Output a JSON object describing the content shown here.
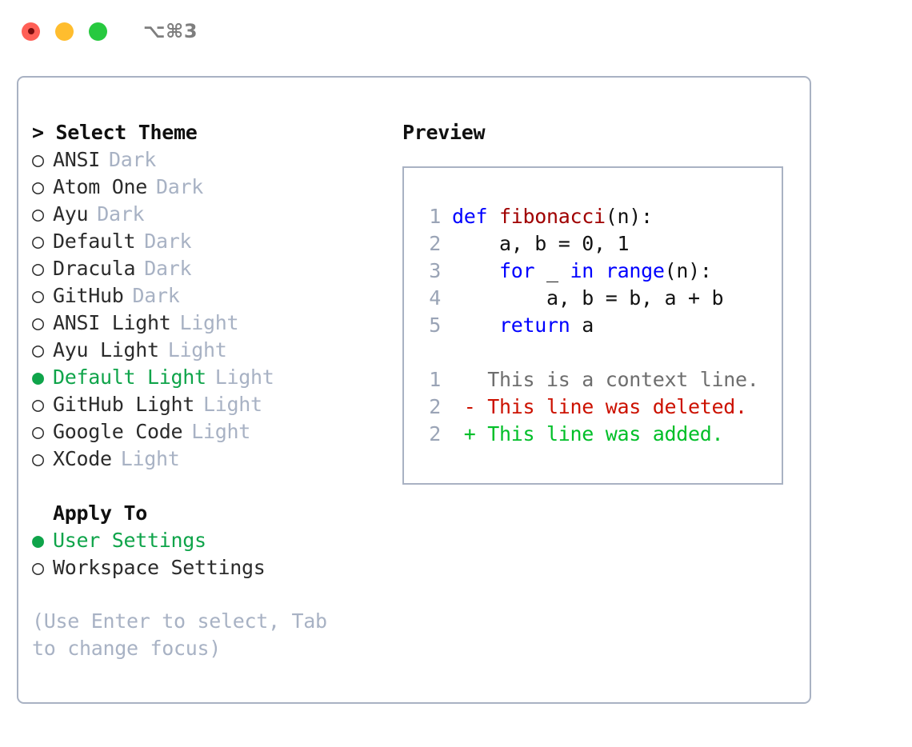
{
  "titlebar": {
    "shortcut": "⌥⌘3",
    "dots": [
      "close",
      "minimize",
      "maximize"
    ]
  },
  "theme_panel": {
    "header": "> Select Theme",
    "options": [
      {
        "selected": false,
        "bullet": "○",
        "label": "ANSI",
        "tag": "Dark"
      },
      {
        "selected": false,
        "bullet": "○",
        "label": "Atom One",
        "tag": "Dark"
      },
      {
        "selected": false,
        "bullet": "○",
        "label": "Ayu",
        "tag": "Dark"
      },
      {
        "selected": false,
        "bullet": "○",
        "label": "Default",
        "tag": "Dark"
      },
      {
        "selected": false,
        "bullet": "○",
        "label": "Dracula",
        "tag": "Dark"
      },
      {
        "selected": false,
        "bullet": "○",
        "label": "GitHub",
        "tag": "Dark"
      },
      {
        "selected": false,
        "bullet": "○",
        "label": "ANSI Light",
        "tag": "Light"
      },
      {
        "selected": false,
        "bullet": "○",
        "label": "Ayu Light",
        "tag": "Light"
      },
      {
        "selected": true,
        "bullet": "●",
        "label": "Default Light",
        "tag": "Light"
      },
      {
        "selected": false,
        "bullet": "○",
        "label": "GitHub Light",
        "tag": "Light"
      },
      {
        "selected": false,
        "bullet": "○",
        "label": "Google Code",
        "tag": "Light"
      },
      {
        "selected": false,
        "bullet": "○",
        "label": "XCode",
        "tag": "Light"
      }
    ]
  },
  "apply_to": {
    "header": "Apply To",
    "options": [
      {
        "selected": true,
        "bullet": "●",
        "label": "User Settings"
      },
      {
        "selected": false,
        "bullet": "○",
        "label": "Workspace Settings"
      }
    ]
  },
  "hint": "(Use Enter to select, Tab to change focus)",
  "preview": {
    "title": "Preview",
    "code_lines": [
      {
        "no": "1",
        "segments": [
          {
            "t": "def ",
            "c": "kw"
          },
          {
            "t": "fibonacci",
            "c": "fn"
          },
          {
            "t": "(n):",
            "c": "pn"
          }
        ]
      },
      {
        "no": "2",
        "segments": [
          {
            "t": "    a, b = 0, 1",
            "c": "pn"
          }
        ]
      },
      {
        "no": "3",
        "segments": [
          {
            "t": "    ",
            "c": "pn"
          },
          {
            "t": "for",
            "c": "kw"
          },
          {
            "t": " _ ",
            "c": "pn"
          },
          {
            "t": "in",
            "c": "kw"
          },
          {
            "t": " ",
            "c": "pn"
          },
          {
            "t": "range",
            "c": "kw"
          },
          {
            "t": "(n):",
            "c": "pn"
          }
        ]
      },
      {
        "no": "4",
        "segments": [
          {
            "t": "        a, b = b, a + b",
            "c": "pn"
          }
        ]
      },
      {
        "no": "5",
        "segments": [
          {
            "t": "    ",
            "c": "pn"
          },
          {
            "t": "return",
            "c": "kw"
          },
          {
            "t": " a",
            "c": "pn"
          }
        ]
      }
    ],
    "diff_lines": [
      {
        "no": "1",
        "marker": " ",
        "text": " This is a context line.",
        "kind": "ctx"
      },
      {
        "no": "2",
        "marker": "-",
        "text": " This line was deleted.",
        "kind": "del"
      },
      {
        "no": "2",
        "marker": "+",
        "text": " This line was added.",
        "kind": "add"
      }
    ]
  },
  "colors": {
    "selected_green": "#0fa44a",
    "diff_add_green": "#00bf28",
    "diff_del_red": "#cc1100",
    "keyword_blue": "#0000ff",
    "function_red": "#a00000",
    "muted_gray": "#a8b2c4",
    "border": "#a9b2c3"
  }
}
